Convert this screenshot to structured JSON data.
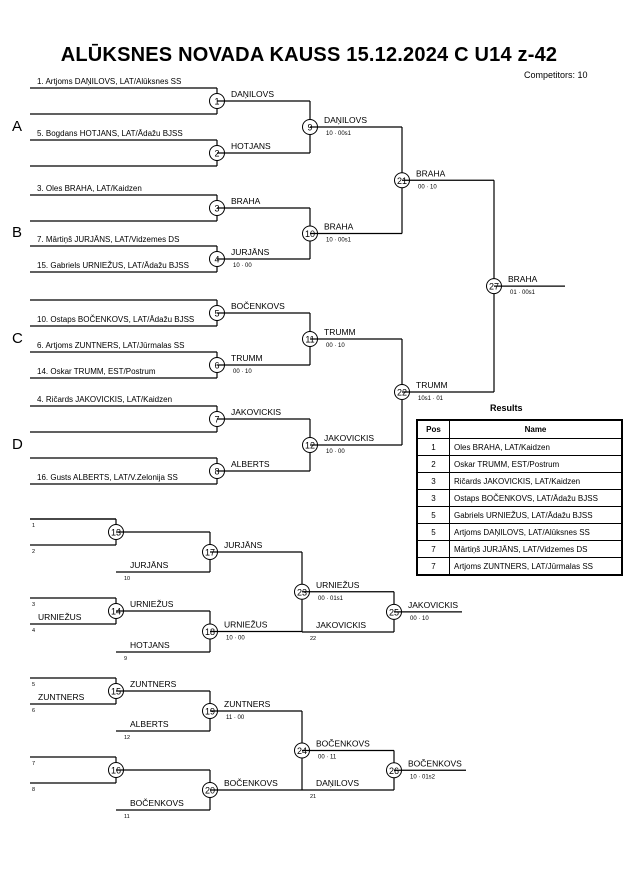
{
  "title": "ALŪKSNES NOVADA KAUSS  15.12.2024      C U14 z-42",
  "competitors_label": "Competitors: 10",
  "pools": [
    "A",
    "B",
    "C",
    "D"
  ],
  "entries": [
    "1. Artjoms DAŅILOVS, LAT/Alūksnes SS",
    "5. Bogdans HOTJANS, LAT/Ādažu BJSS",
    "3. Oles BRAHA, LAT/Kaidzen",
    "7. Mārtiņš JURJĀNS, LAT/Vidzemes DS",
    "15. Gabriels URNIEŽUS, LAT/Ādažu BJSS",
    "10. Ostaps BOČENKOVS, LAT/Ādažu BJSS",
    "6. Artjoms ZUNTNERS, LAT/Jūrmalas SS",
    "14. Oskar TRUMM, EST/Postrum",
    "4. Ričards JAKOVICKIS, LAT/Kaidzen",
    "16. Gusts ALBERTS, LAT/V.Zelonija SS"
  ],
  "matches": [
    {
      "n": "1",
      "winner": "DAŅILOVS",
      "score": ""
    },
    {
      "n": "2",
      "winner": "HOTJANS",
      "score": ""
    },
    {
      "n": "3",
      "winner": "BRAHA",
      "score": ""
    },
    {
      "n": "4",
      "winner": "JURJĀNS",
      "score": "10 · 00"
    },
    {
      "n": "5",
      "winner": "BOČENKOVS",
      "score": ""
    },
    {
      "n": "6",
      "winner": "TRUMM",
      "score": "00 · 10"
    },
    {
      "n": "7",
      "winner": "JAKOVICKIS",
      "score": ""
    },
    {
      "n": "8",
      "winner": "ALBERTS",
      "score": ""
    },
    {
      "n": "9",
      "winner": "DAŅILOVS",
      "score": "10 · 00s1"
    },
    {
      "n": "10",
      "winner": "BRAHA",
      "score": "10 · 00s1"
    },
    {
      "n": "11",
      "winner": "TRUMM",
      "score": "00 · 10"
    },
    {
      "n": "12",
      "winner": "JAKOVICKIS",
      "score": "10 · 00"
    },
    {
      "n": "21",
      "winner": "BRAHA",
      "score": "00 · 10"
    },
    {
      "n": "22",
      "winner": "TRUMM",
      "score": "10s1 · 01"
    },
    {
      "n": "27",
      "winner": "BRAHA",
      "score": "01 · 00s1"
    },
    {
      "n": "13",
      "winner": "",
      "score": ""
    },
    {
      "n": "14",
      "winner": "URNIEŽUS",
      "score": ""
    },
    {
      "n": "15",
      "winner": "ZUNTNERS",
      "score": ""
    },
    {
      "n": "16",
      "winner": "",
      "score": ""
    },
    {
      "n": "17",
      "winner": "JURJĀNS",
      "score": ""
    },
    {
      "n": "18",
      "winner": "URNIEŽUS",
      "score": "10 · 00"
    },
    {
      "n": "19",
      "winner": "ZUNTNERS",
      "score": "11 · 00"
    },
    {
      "n": "20",
      "winner": "BOČENKOVS",
      "score": ""
    },
    {
      "n": "23",
      "winner": "URNIEŽUS",
      "score": "00 · 01s1"
    },
    {
      "n": "24",
      "winner": "BOČENKOVS",
      "score": "00 · 11"
    },
    {
      "n": "25",
      "winner": "JAKOVICKIS",
      "score": "00 · 10"
    },
    {
      "n": "26",
      "winner": "BOČENKOVS",
      "score": "10 · 01s2"
    }
  ],
  "repechage_entries": [
    {
      "name": "",
      "source": "1"
    },
    {
      "name": "",
      "source": "2"
    },
    {
      "name": "",
      "source": "3"
    },
    {
      "name": "URNIEŽUS",
      "source": "4"
    },
    {
      "name": "",
      "source": "5"
    },
    {
      "name": "ZUNTNERS",
      "source": "6"
    },
    {
      "name": "",
      "source": "7"
    },
    {
      "name": "",
      "source": "8"
    },
    {
      "name": "JURJĀNS",
      "source": "10"
    },
    {
      "name": "HOTJANS",
      "source": "9"
    },
    {
      "name": "ALBERTS",
      "source": "12"
    },
    {
      "name": "BOČENKOVS",
      "source": "11"
    },
    {
      "name": "JAKOVICKIS",
      "source": "22"
    },
    {
      "name": "DAŅILOVS",
      "source": "21"
    }
  ],
  "results": {
    "heading": "Results",
    "columns": [
      "Pos",
      "Name"
    ],
    "rows": [
      {
        "pos": "1",
        "name": "Oles BRAHA, LAT/Kaidzen"
      },
      {
        "pos": "2",
        "name": "Oskar TRUMM, EST/Postrum"
      },
      {
        "pos": "3",
        "name": "Ričards JAKOVICKIS, LAT/Kaidzen"
      },
      {
        "pos": "3",
        "name": "Ostaps BOČENKOVS, LAT/Ādažu BJSS"
      },
      {
        "pos": "5",
        "name": "Gabriels URNIEŽUS, LAT/Ādažu BJSS"
      },
      {
        "pos": "5",
        "name": "Artjoms DAŅILOVS, LAT/Alūksnes SS"
      },
      {
        "pos": "7",
        "name": "Mārtiņš JURJĀNS, LAT/Vidzemes DS"
      },
      {
        "pos": "7",
        "name": "Artjoms ZUNTNERS, LAT/Jūrmalas SS"
      }
    ]
  }
}
